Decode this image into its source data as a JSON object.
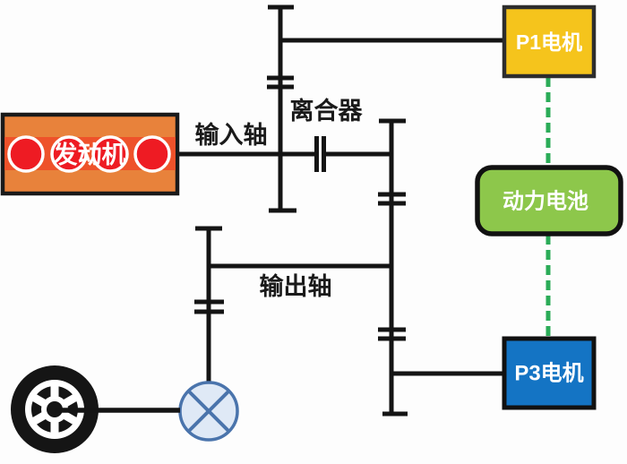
{
  "diagram": {
    "kind": "hybrid-powertrain-schematic",
    "nodes": {
      "engine": {
        "label": "发动机"
      },
      "p1_motor": {
        "label": "P1电机"
      },
      "battery": {
        "label": "动力电池"
      },
      "p3_motor": {
        "label": "P3电机"
      }
    },
    "labels": {
      "input_shaft": "输入轴",
      "clutch": "离合器",
      "output_shaft": "输出轴"
    },
    "icons": {
      "wheel": "wheel-icon",
      "differential": "crossed-circle-icon",
      "clutch": "clutch-plates-icon",
      "gear": "gear-tick-icon"
    },
    "colors": {
      "line": "#141414",
      "engine_fill": "#e8823b",
      "engine_stripe": "#ee4a28",
      "cylinder_fill": "#ee1b23",
      "cylinder_ring": "#ffffff",
      "engine_border": "#1a1a1a",
      "p1_fill": "#f5c41c",
      "p1_border": "#2d2d2d",
      "battery_fill": "#8dc74b",
      "battery_border": "#111111",
      "p3_fill": "#1474c4",
      "p3_border": "#111111",
      "electric_link": "#2bac58",
      "diff_fill": "#dfe9f6",
      "diff_stroke": "#4a74ac",
      "wheel_fill": "#151515"
    }
  }
}
